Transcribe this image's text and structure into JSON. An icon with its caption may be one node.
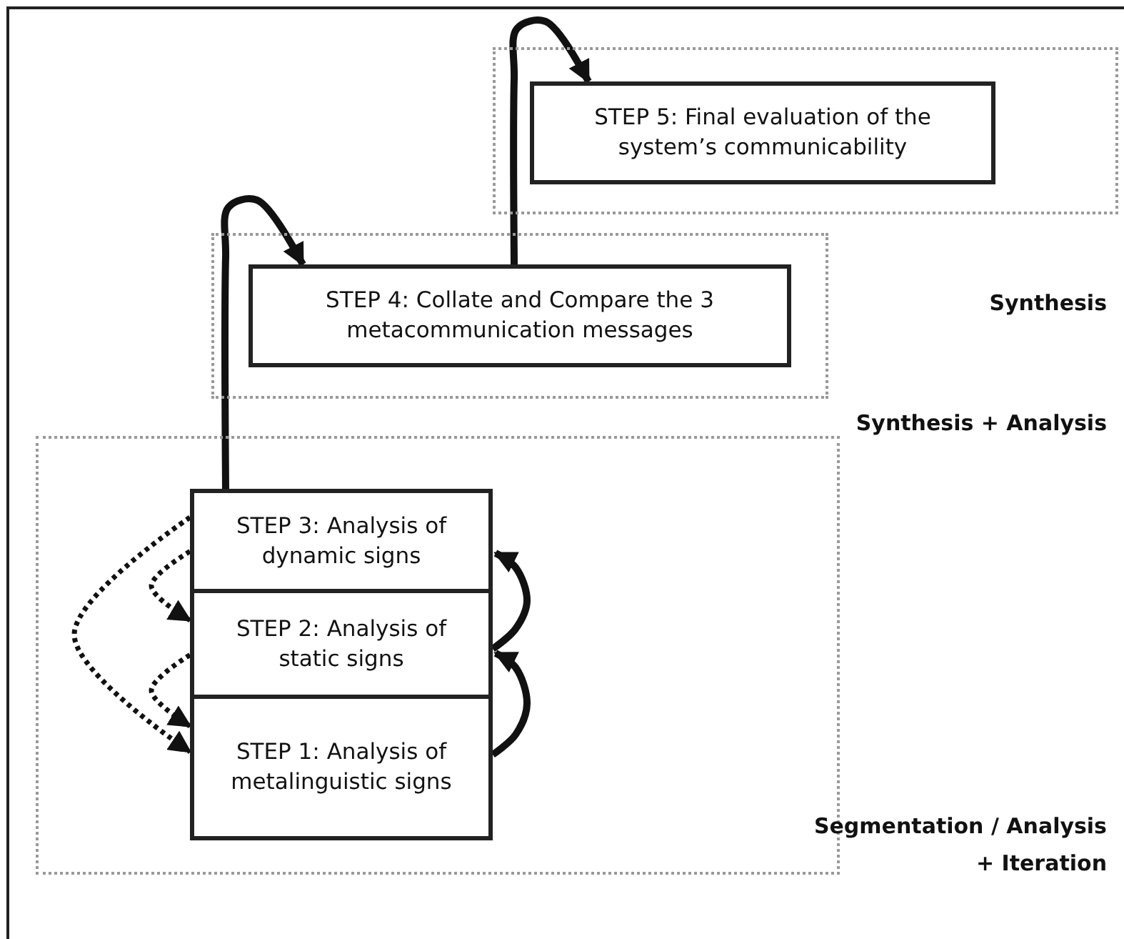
{
  "diagram": {
    "nodes": [
      {
        "text": [],
        "shape": "box"
      },
      {
        "text": [
          "STEP 5: Final evaluation of the system’s communicability"
        ],
        "in": 0
      },
      {
        "text": [],
        "shape": "box"
      },
      {
        "text": [
          "STEP 4: Collate and Compare the 3 metacommunication messages"
        ],
        "in": 2
      },
      {
        "text": [],
        "shape": "box"
      },
      {
        "text": [
          "STEP 3: Analysis of dynamic signs"
        ],
        "in": 4
      },
      {
        "text": [
          "STEP 2: Analysis of static signs"
        ],
        "in": 4
      },
      {
        "text": [
          "STEP 1: Analysis of metalinguistic signs"
        ],
        "in": 4
      }
    ],
    "edges": [
      {
        "from": 7,
        "to": 6,
        "arrow": "to"
      },
      {
        "from": 6,
        "to": 5,
        "arrow": "to"
      },
      {
        "from": 5,
        "to": 3,
        "arrow": "to"
      },
      {
        "from": 3,
        "to": 1,
        "arrow": "to"
      },
      {
        "from": 5,
        "to": 6,
        "arrow": "to",
        "style": "dashed"
      },
      {
        "from": 6,
        "to": 7,
        "arrow": "to",
        "style": "dashed"
      },
      {
        "from": 5,
        "to": 7,
        "arrow": "to",
        "style": "dashed"
      }
    ],
    "labels": [
      "Synthesis",
      "Synthesis + Analysis",
      "Segmentation / Analysis + Iteration"
    ]
  }
}
